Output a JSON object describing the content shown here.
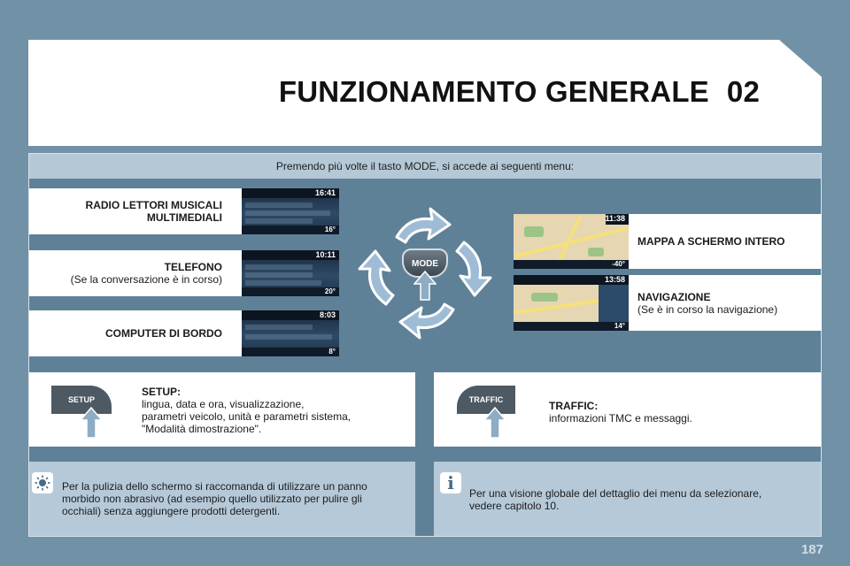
{
  "header": {
    "title": "FUNZIONAMENTO GENERALE",
    "chapter": "02"
  },
  "intro": "Premendo più volte il tasto MODE, si accede ai seguenti menu:",
  "mode_button": {
    "label": "MODE"
  },
  "left_menus": [
    {
      "title_line1": "RADIO LETTORI MUSICALI",
      "title_line2": "MULTIMEDIALI",
      "screen_clock": "16:41",
      "screen_temp": "16°"
    },
    {
      "title": "TELEFONO",
      "subtitle": "(Se la conversazione è in corso)",
      "screen_clock": "10:11",
      "screen_temp": "20°"
    },
    {
      "title": "COMPUTER DI BORDO",
      "screen_clock": "8:03",
      "screen_temp": "8°"
    }
  ],
  "right_menus": [
    {
      "title": "MAPPA A SCHERMO INTERO",
      "screen_clock": "11:38",
      "screen_temp": "-40°"
    },
    {
      "title": "NAVIGAZIONE",
      "subtitle": "(Se è in corso la navigazione)",
      "screen_clock": "13:58",
      "screen_temp": "14°"
    }
  ],
  "setup": {
    "key_label": "SETUP",
    "title": "SETUP:",
    "line1": "lingua, data e ora, visualizzazione,",
    "line2": "parametri veicolo, unità e parametri sistema,",
    "line3": "\"Modalità dimostrazione\"."
  },
  "traffic": {
    "key_label": "TRAFFIC",
    "title": "TRAFFIC:",
    "line1": "informazioni TMC e messaggi."
  },
  "notes": {
    "cleaning": {
      "line1": "Per la pulizia dello schermo si raccomanda di utilizzare un panno",
      "line2": "morbido non abrasivo (ad esempio quello utilizzato per pulire gli",
      "line3": "occhiali) senza aggiungere prodotti detergenti."
    },
    "info": {
      "line1": "Per una visione globale del dettaglio dei menu da selezionare,",
      "line2": "vedere capitolo 10."
    }
  },
  "page_number": "187",
  "colors": {
    "background": "#7191a6",
    "panel": "#5f8198",
    "note": "#b6c9d8",
    "arrow": "#9fbcd6"
  }
}
